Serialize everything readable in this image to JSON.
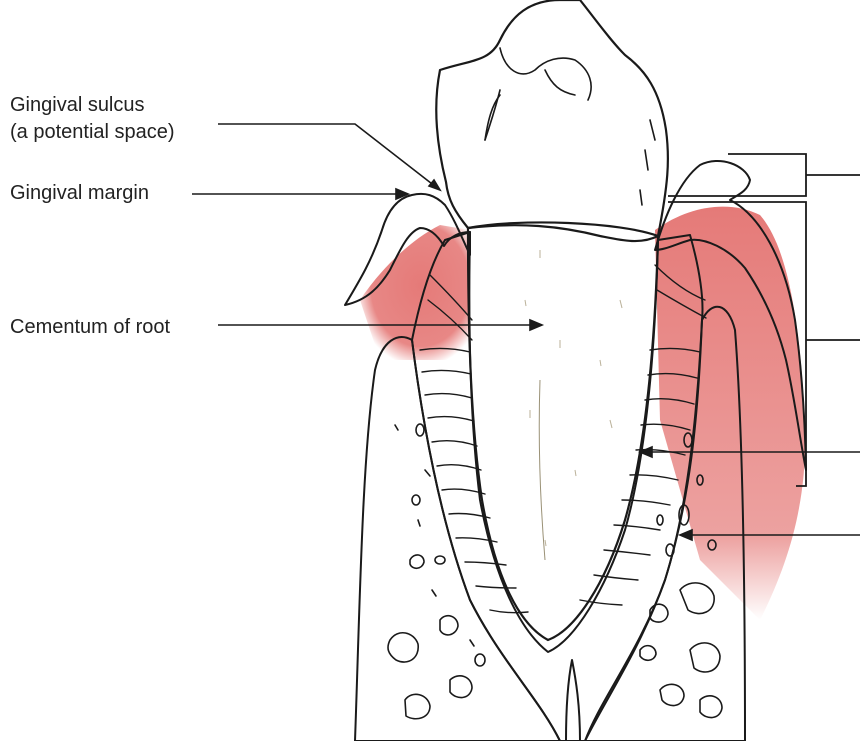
{
  "labels": {
    "gingival_sulcus_line1": "Gingival sulcus",
    "gingival_sulcus_line2": "(a potential space)",
    "gingival_margin": "Gingival margin",
    "cementum_of_root": "Cementum of root"
  },
  "colors": {
    "enamel": "#f8f4e4",
    "root": "#efe8cf",
    "gingiva": "#c8202c",
    "ligament": "#e57a78",
    "bone": "#d8d4ca",
    "ink": "#1a1a1a"
  }
}
